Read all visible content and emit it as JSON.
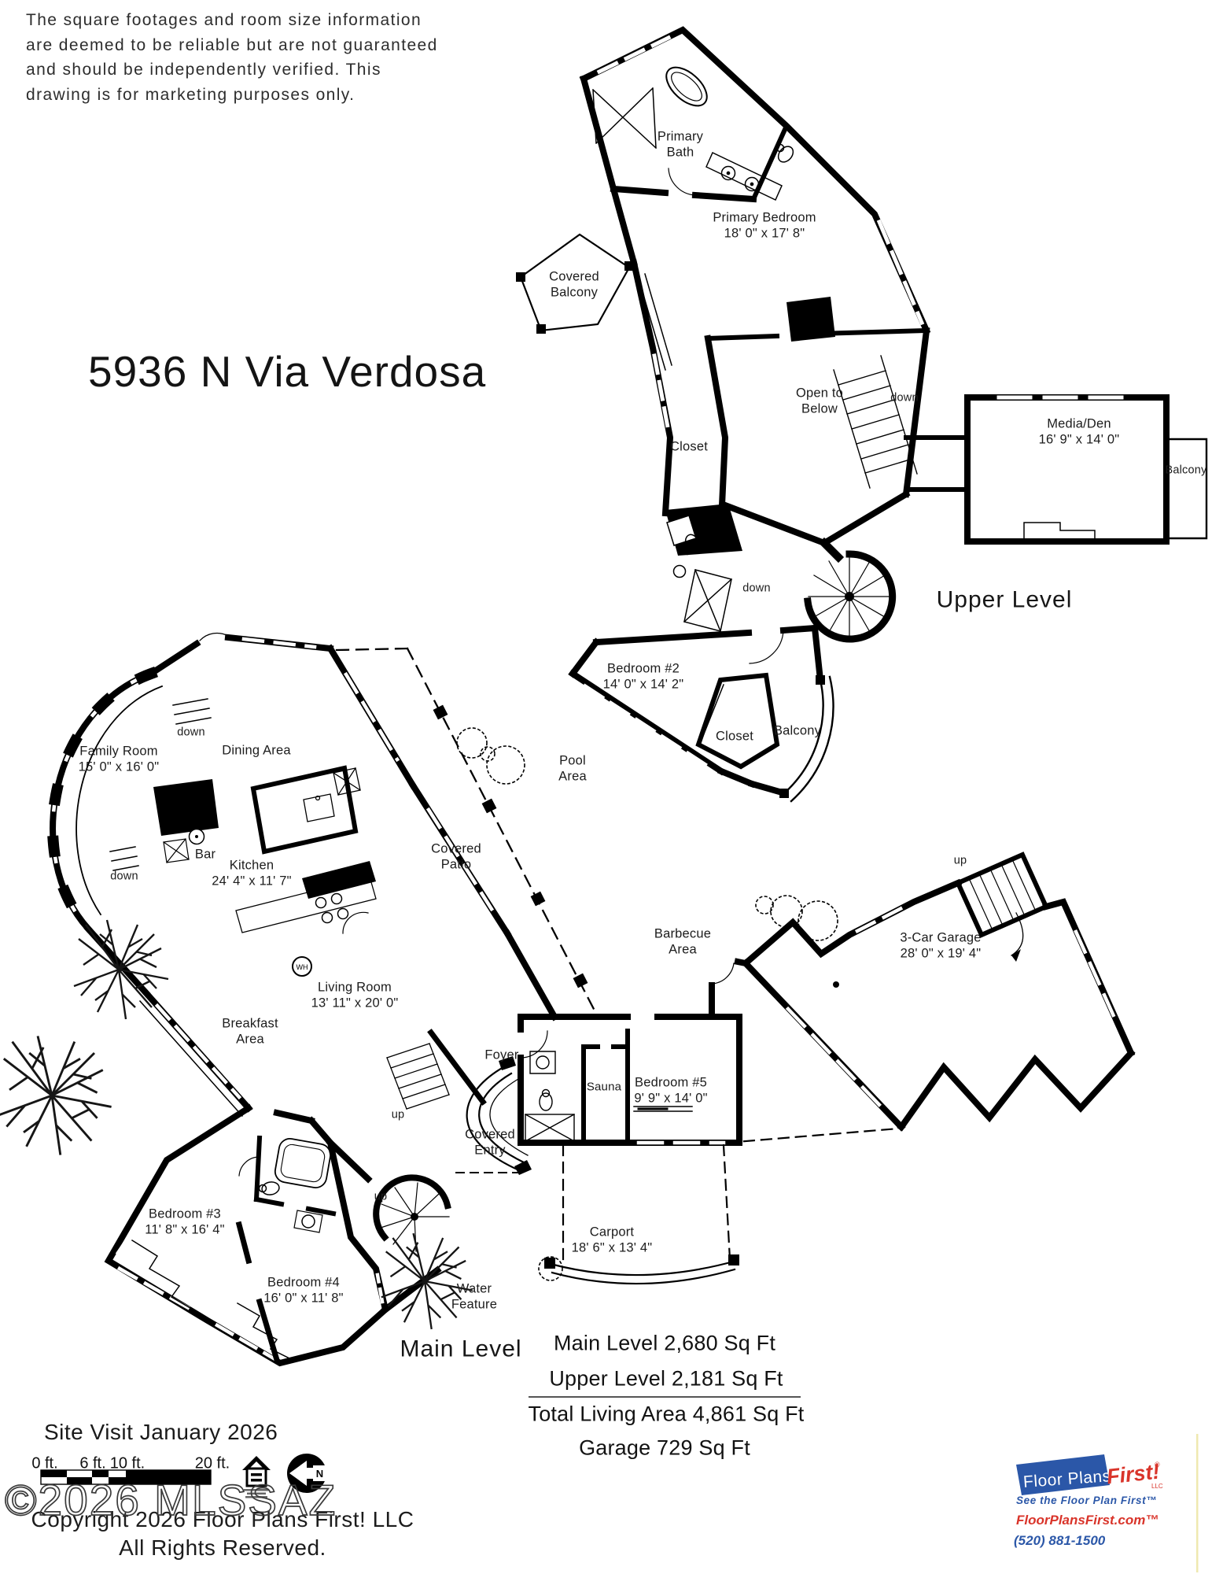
{
  "disclaimer_lines": [
    "The square footages and room size information",
    "are deemed to be reliable but are not guaranteed",
    "and should be independently verified. This",
    "drawing is for marketing purposes only."
  ],
  "address": "5936 N Via Verdosa",
  "levels": {
    "upper": "Upper Level",
    "main": "Main Level"
  },
  "stairs": {
    "up": "up",
    "down": "down"
  },
  "rooms": {
    "primary_bath": {
      "name": "Primary Bath"
    },
    "primary_bedroom": {
      "name": "Primary Bedroom",
      "dims": "18' 0\" x 17' 8\""
    },
    "covered_balcony": {
      "name": "Covered Balcony"
    },
    "closet_primary": {
      "name": "Closet"
    },
    "open_to_below": {
      "name": "Open to Below"
    },
    "media_den": {
      "name": "Media/Den",
      "dims": "16' 9\" x 14' 0\""
    },
    "balcony_media": {
      "name": "Balcony"
    },
    "bedroom_2": {
      "name": "Bedroom #2",
      "dims": "14' 0\" x 14' 2\""
    },
    "closet_bed2": {
      "name": "Closet"
    },
    "balcony_bed2": {
      "name": "Balcony"
    },
    "family_room": {
      "name": "Family Room",
      "dims": "15' 0\" x 16' 0\""
    },
    "dining_area": {
      "name": "Dining Area"
    },
    "bar": {
      "name": "Bar"
    },
    "kitchen": {
      "name": "Kitchen",
      "dims": "24' 4\" x 11' 7\""
    },
    "pool_area": {
      "name": "Pool Area"
    },
    "covered_patio": {
      "name": "Covered Patio"
    },
    "living_room": {
      "name": "Living Room",
      "dims": "13' 11\" x 20' 0\""
    },
    "breakfast_area": {
      "name": "Breakfast Area"
    },
    "foyer": {
      "name": "Foyer"
    },
    "sauna": {
      "name": "Sauna"
    },
    "bedroom_5": {
      "name": "Bedroom #5",
      "dims": "9' 9\" x 14' 0\""
    },
    "barbecue_area": {
      "name": "Barbecue Area"
    },
    "garage": {
      "name": "3-Car Garage",
      "dims": "28' 0\" x 19' 4\""
    },
    "bedroom_3": {
      "name": "Bedroom #3",
      "dims": "11' 8\" x 16' 4\""
    },
    "bedroom_4": {
      "name": "Bedroom #4",
      "dims": "16' 0\" x 11' 8\""
    },
    "covered_entry": {
      "name": "Covered Entry"
    },
    "carport": {
      "name": "Carport",
      "dims": "18' 6\" x 13' 4\""
    },
    "water_feature": {
      "name": "Water Feature"
    },
    "water_heater": "WH"
  },
  "summary": {
    "main": "Main Level 2,680 Sq Ft",
    "upper": "Upper Level 2,181 Sq Ft",
    "total": "Total Living Area 4,861 Sq Ft",
    "garage": "Garage 729 Sq Ft"
  },
  "site_visit": "Site Visit January 2026",
  "scale": {
    "t0": "0 ft.",
    "t6": "6 ft.",
    "t10": "10 ft.",
    "t20": "20 ft."
  },
  "watermark": "©2026 MLSSAZ",
  "copyright": {
    "line1": "Copyright 2026 Floor Plans First! LLC",
    "line2": "All Rights Reserved."
  },
  "compass": {
    "n": "N"
  },
  "logo": {
    "brand_left": "Floor Plans",
    "brand_right": "First!",
    "reg": "®",
    "llc": "LLC",
    "tagline": "See the Floor Plan First™",
    "website": "FloorPlansFirst.com™",
    "phone": "(520) 881-1500",
    "blue": "#2b57a8",
    "red": "#d9342a"
  }
}
